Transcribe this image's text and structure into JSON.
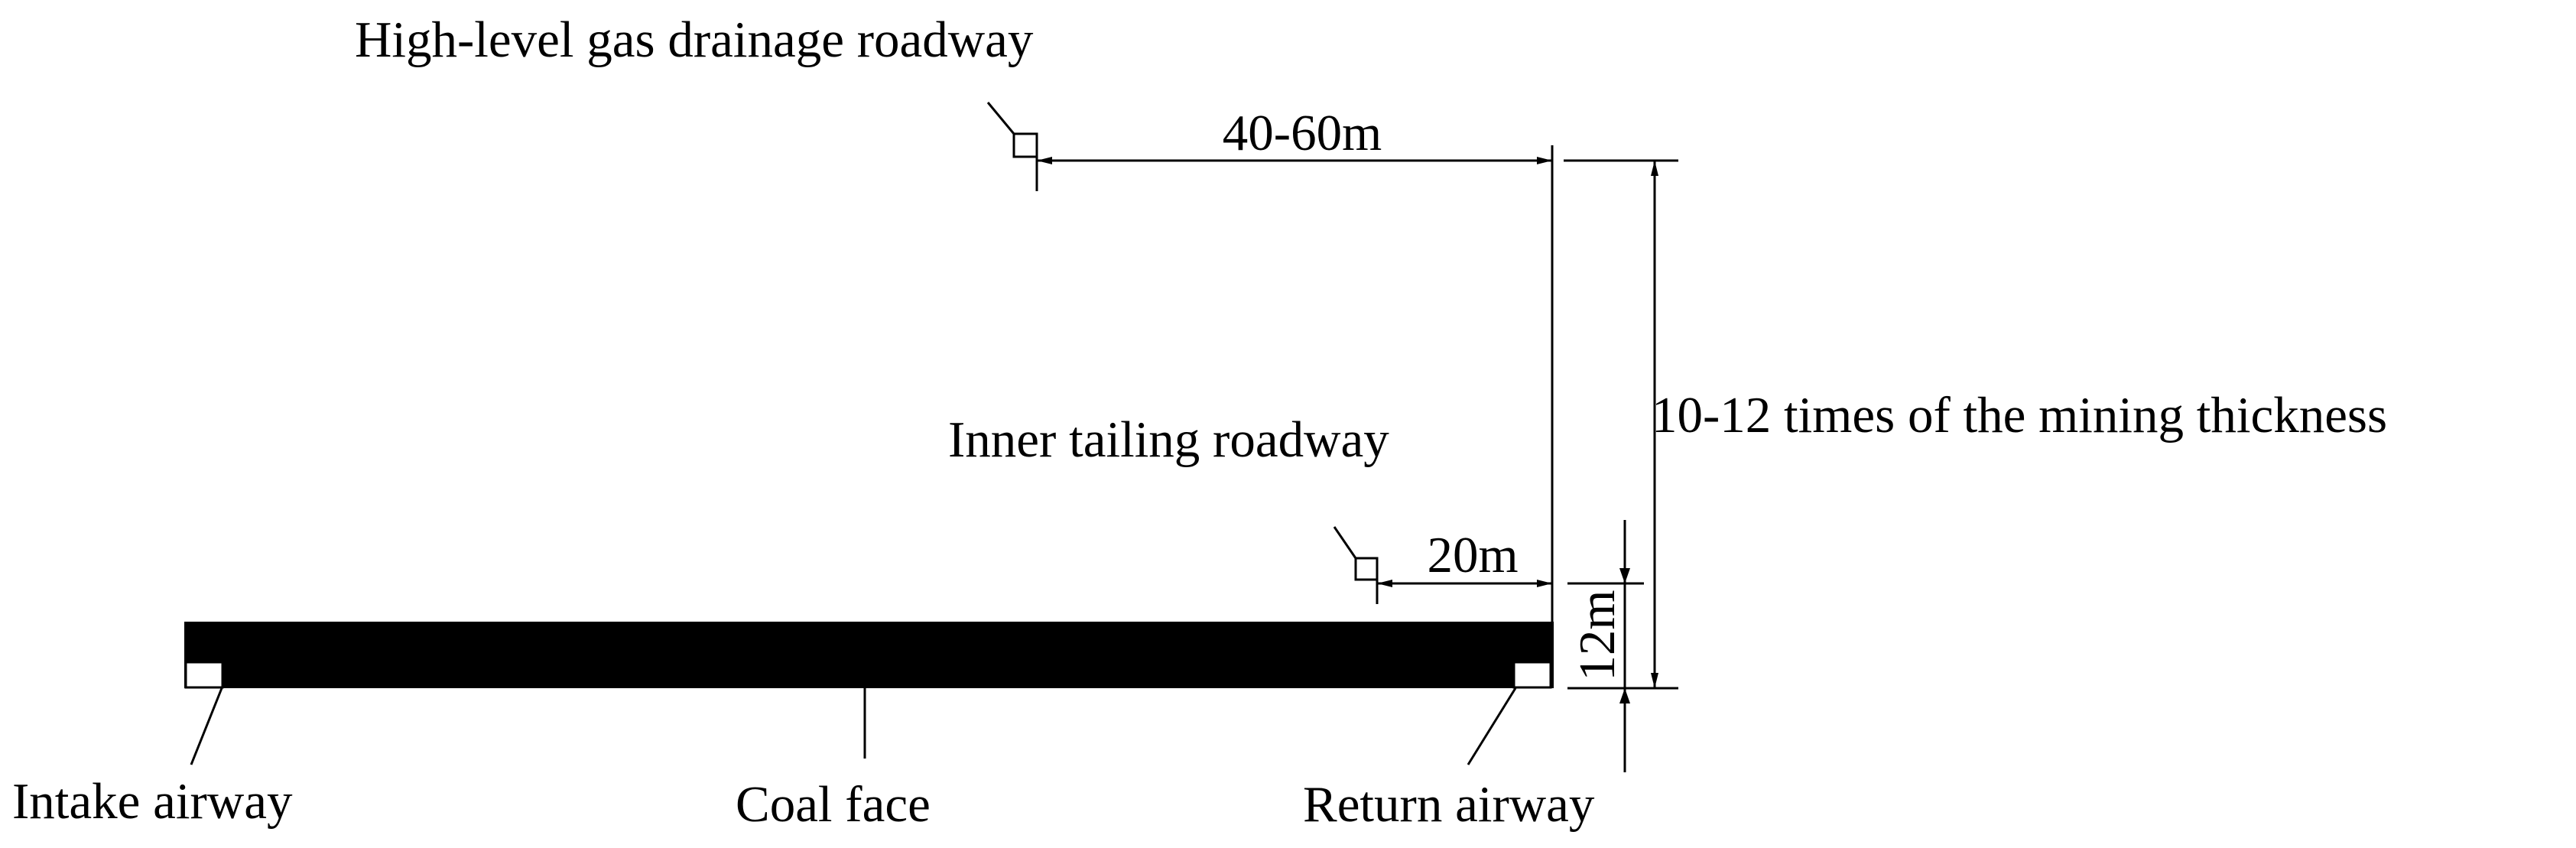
{
  "labels": {
    "high_level_roadway": "High-level gas drainage roadway",
    "inner_tailing_roadway": "Inner tailing roadway",
    "intake_airway": "Intake airway",
    "coal_face": "Coal face",
    "return_airway": "Return airway"
  },
  "dimensions": {
    "horizontal_high": "40-60m",
    "horizontal_inner": "20m",
    "vertical_high": "10-12 times of the mining thickness",
    "vertical_inner": "12m"
  },
  "colors": {
    "line": "#000000",
    "coal_seam": "#000000",
    "background": "#ffffff"
  }
}
